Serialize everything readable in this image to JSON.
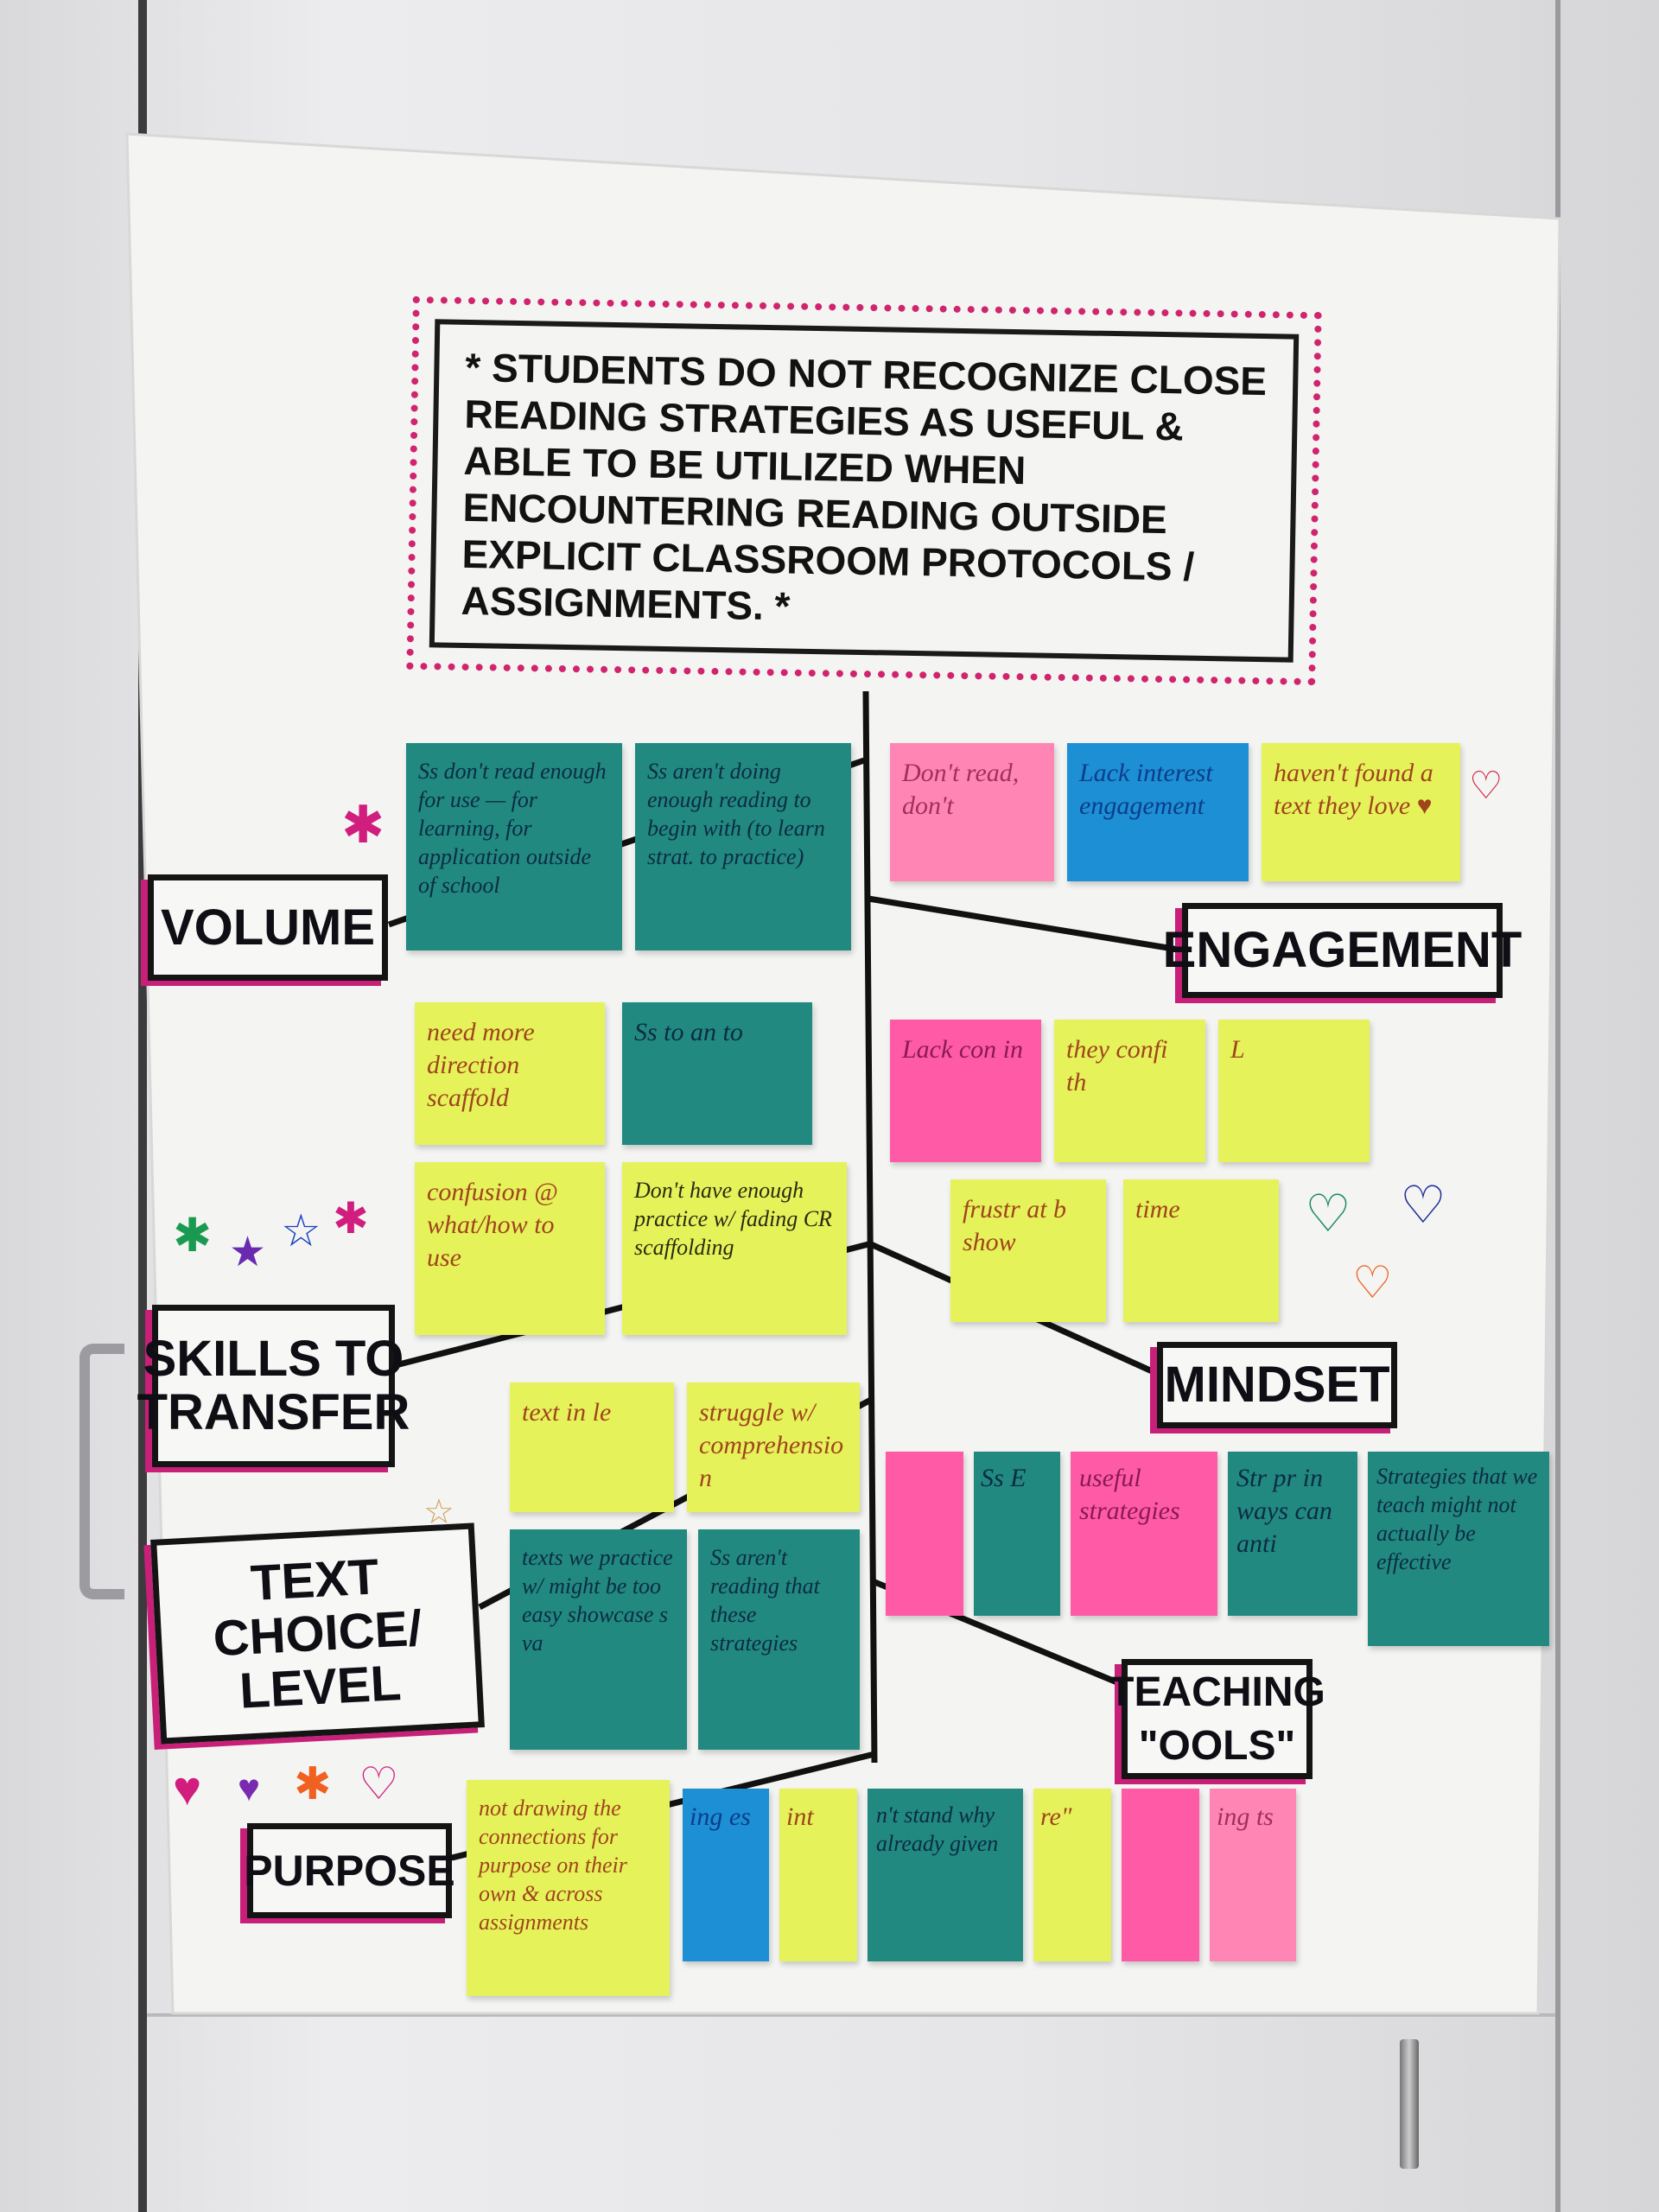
{
  "title": "* STUDENTS do NOT RECOGNIZE CLOSE READING STRATEGIES AS USEFUL & able to BE UTILIZED WHEN ENCOUNTERING READING OUTSIDE EXPLICIT CLASSROOM PROTOCOLS / ASSIGNMENTS. *",
  "categories": {
    "volume": "VOLUME",
    "engagement": "ENGAGEMENT",
    "skills": "SKILLS to TRANSFER",
    "mindset": "MINDSET",
    "text_choice": "TEXT CHOICE/ LEVEL",
    "teaching": "TEACHING \"OOLS\"",
    "purpose": "PURPOSE"
  },
  "notes": {
    "volume": [
      "Ss don't read enough for use — for learning, for application outside of school",
      "Ss aren't doing enough reading to begin with (to learn strat. to practice)"
    ],
    "engagement": [
      "Don't read, don't",
      "Lack interest engagement",
      "haven't found a text they love ♥"
    ],
    "mindset": [
      "Lack con in",
      "they confi th",
      "L",
      "frustr at b show",
      "time"
    ],
    "skills": [
      "need more direction scaffold",
      "Ss to an to",
      "confusion @ what/how to use",
      "Don't have enough practice w/ fading CR scaffolding"
    ],
    "text_choice": [
      "text in le",
      "texts we practice w/ might be too easy showcase s va",
      "Ss aren't reading that these strategies",
      "struggle w/ comprehension"
    ],
    "teaching": [
      "",
      "Ss E",
      "useful strategies",
      "Str pr in ways can anti",
      "Strategies that we teach might not actually be effective"
    ],
    "purpose": [
      "ing ts",
      "",
      "re\"",
      "n't stand why already given",
      "int",
      "ing es",
      "not drawing the connections for purpose on their own & across assignments"
    ]
  },
  "colors": {
    "yellow": "#e6f25a",
    "teal": "#21897f",
    "pink": "#ff5aa6",
    "blue": "#1d8fd4",
    "marker_pink": "#c81f78"
  }
}
